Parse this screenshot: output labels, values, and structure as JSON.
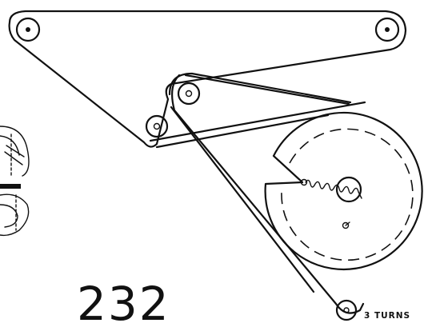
{
  "figure_number": "232",
  "turns_label": "3 TURNS",
  "colors": {
    "ink": "#111111",
    "background": "#ffffff"
  },
  "parts": [
    {
      "name": "upper-link-bar"
    },
    {
      "name": "lower-link-bar"
    },
    {
      "name": "spring-drum"
    },
    {
      "name": "coil-spring"
    },
    {
      "name": "partial-cylinder-fragment"
    }
  ]
}
